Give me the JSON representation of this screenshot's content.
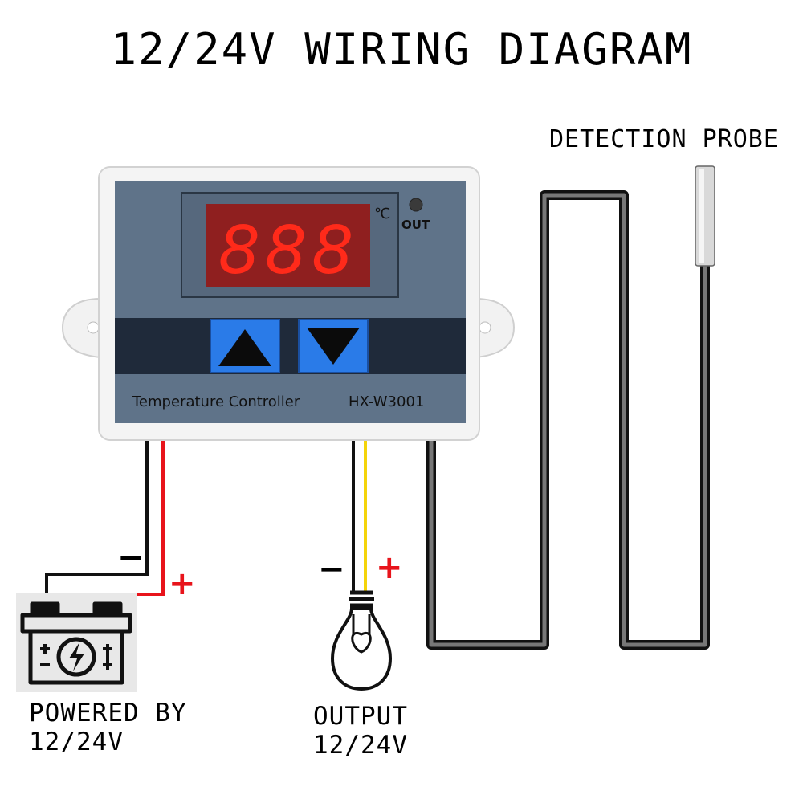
{
  "title": "12/24V WIRING DIAGRAM",
  "probe_label": "DETECTION PROBE",
  "controller": {
    "unit": "℃",
    "out_label": "OUT",
    "display": "888",
    "name": "Temperature Controller",
    "model": "HX-W3001"
  },
  "power": {
    "line1": "POWERED BY",
    "line2": "12/24V",
    "minus": "−",
    "plus": "+"
  },
  "output": {
    "line1": "OUTPUT",
    "line2": "12/24V",
    "minus": "−",
    "plus": "+"
  },
  "icons": [
    "battery-icon",
    "light-bulb-icon",
    "up-arrow-icon",
    "down-arrow-icon",
    "probe-icon"
  ],
  "colors": {
    "housing": "#5f7389",
    "button": "#2a7be8",
    "display_bg": "#8f1f1f",
    "digit": "#ff2a1a",
    "wire_red": "#e8141b",
    "wire_yellow": "#f4d40a"
  }
}
